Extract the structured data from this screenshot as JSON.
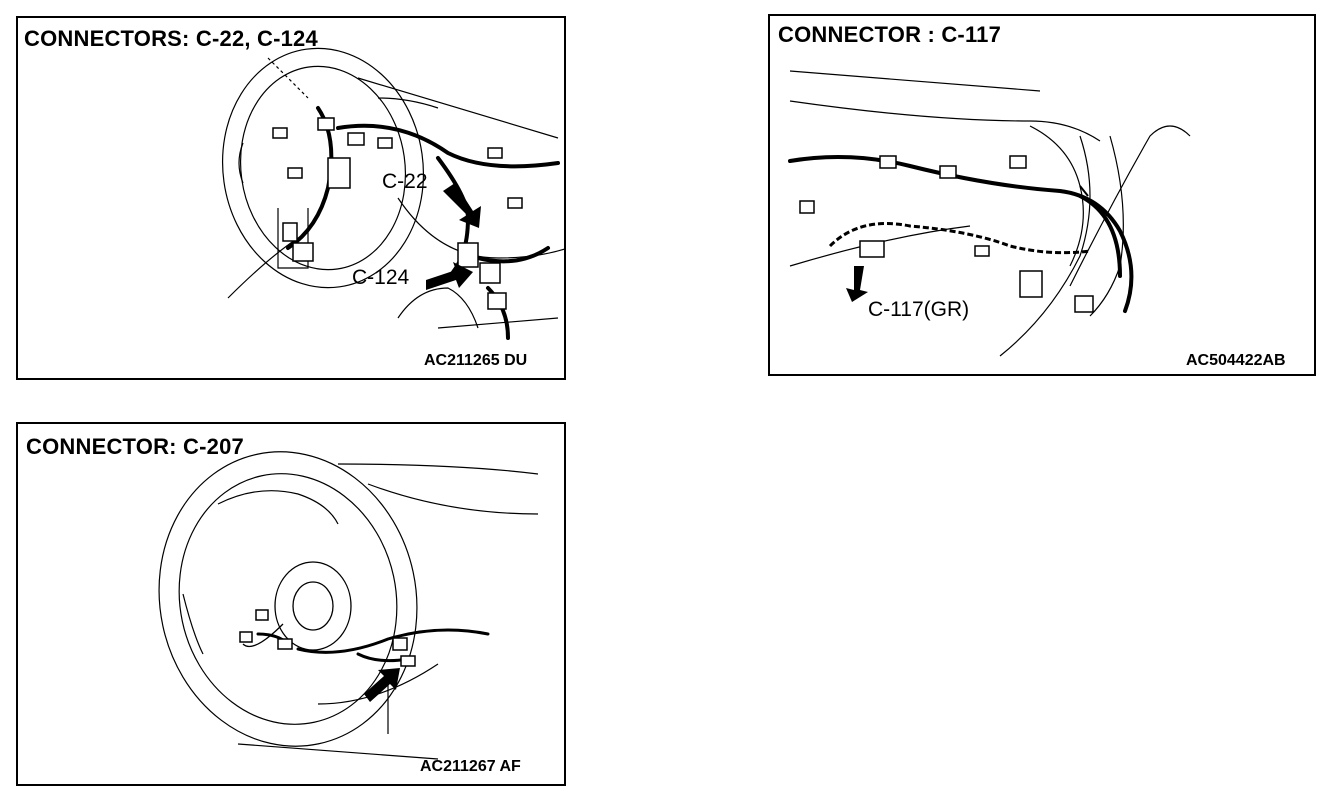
{
  "panels": [
    {
      "title": "CONNECTORS: C-22, C-124",
      "callouts": [
        "C-22",
        "C-124"
      ],
      "code": "AC211265 DU"
    },
    {
      "title": "CONNECTOR : C-117",
      "callouts": [
        "C-117(GR)"
      ],
      "code": "AC504422AB"
    },
    {
      "title": "CONNECTOR: C-207",
      "callouts": [],
      "code": "AC211267 AF"
    }
  ],
  "icons": [
    "steering-wheel-drawing",
    "wiring-harness-drawing",
    "arrow-pointer-icon"
  ]
}
